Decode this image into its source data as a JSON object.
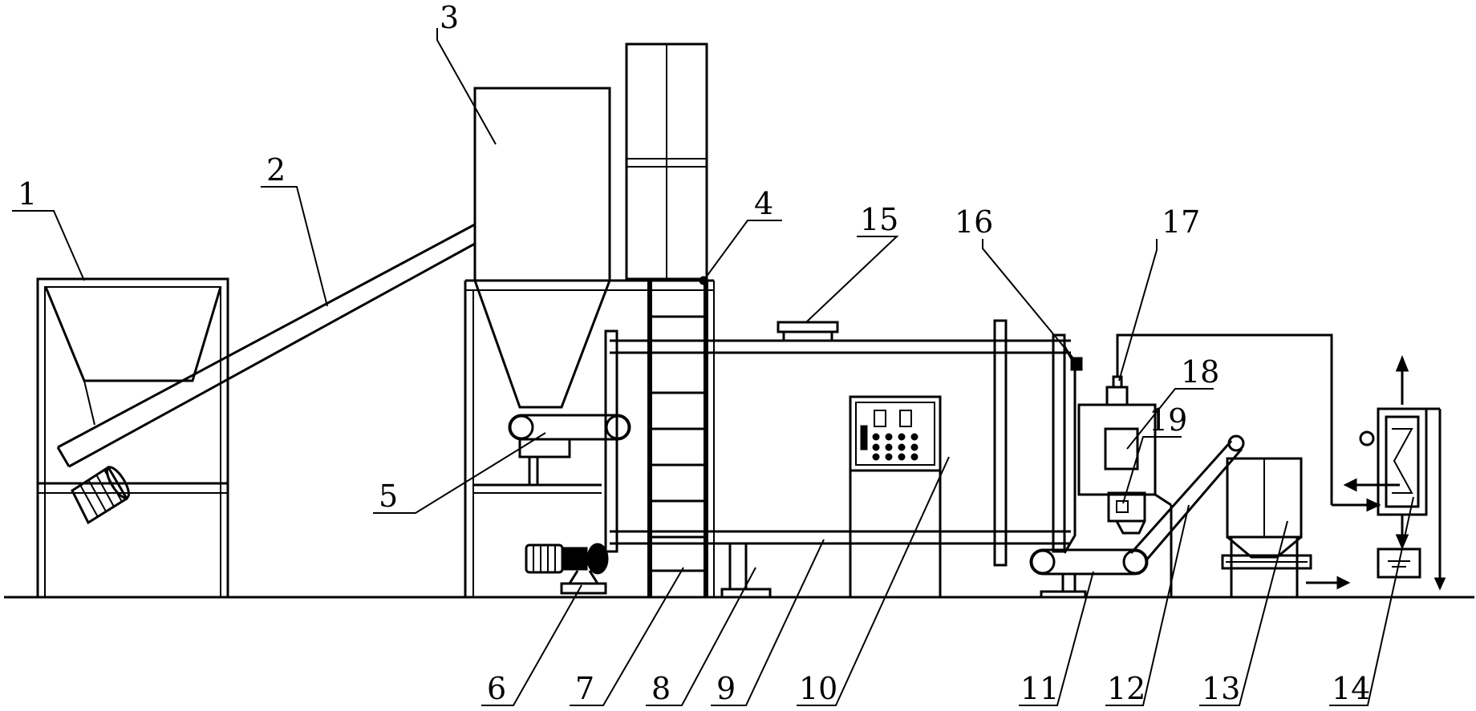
{
  "labels": [
    {
      "id": "1",
      "text": "1"
    },
    {
      "id": "2",
      "text": "2"
    },
    {
      "id": "3",
      "text": "3"
    },
    {
      "id": "4",
      "text": "4"
    },
    {
      "id": "5",
      "text": "5"
    },
    {
      "id": "6",
      "text": "6"
    },
    {
      "id": "7",
      "text": "7"
    },
    {
      "id": "8",
      "text": "8"
    },
    {
      "id": "9",
      "text": "9"
    },
    {
      "id": "10",
      "text": "10"
    },
    {
      "id": "11",
      "text": "11"
    },
    {
      "id": "12",
      "text": "12"
    },
    {
      "id": "13",
      "text": "13"
    },
    {
      "id": "14",
      "text": "14"
    },
    {
      "id": "15",
      "text": "15"
    },
    {
      "id": "16",
      "text": "16"
    },
    {
      "id": "17",
      "text": "17"
    },
    {
      "id": "18",
      "text": "18"
    },
    {
      "id": "19",
      "text": "19"
    }
  ]
}
